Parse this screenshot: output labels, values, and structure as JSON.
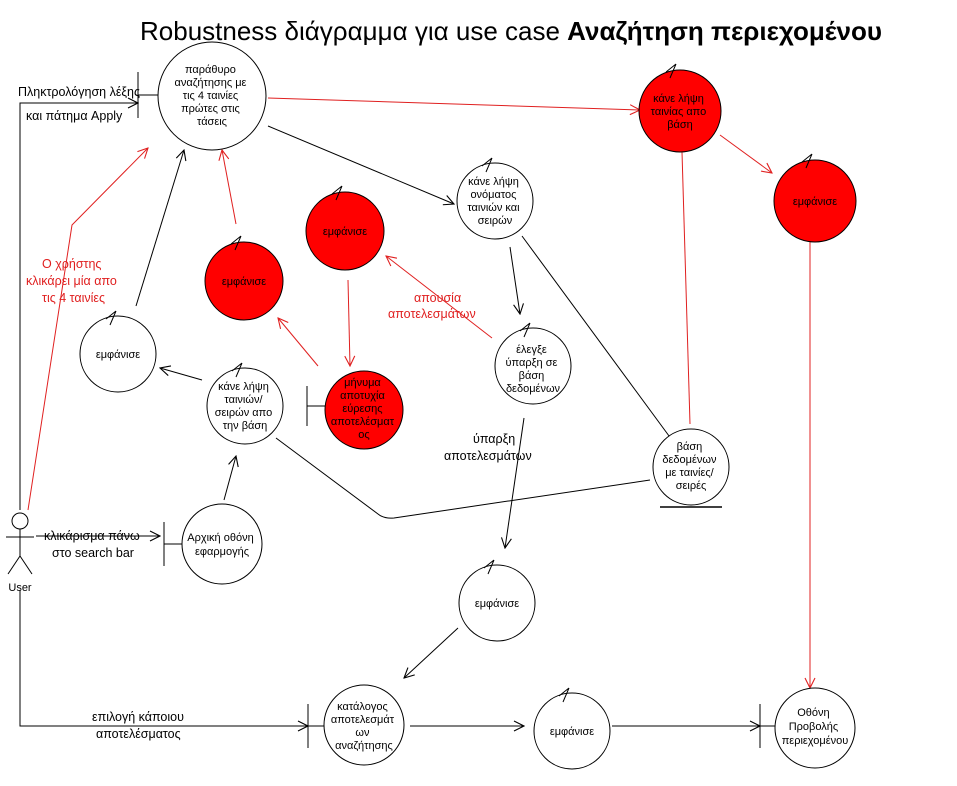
{
  "title": {
    "prefix": "Robustness διάγραμμα για use case ",
    "bold": "Αναζήτηση περιεχομένου"
  },
  "colors": {
    "red": "#ff0000",
    "red_line": "#e02020",
    "black": "#000000"
  },
  "actor": {
    "name": "User"
  },
  "boundaries": {
    "search_window": [
      "παράθυρο",
      "αναζήτησης με",
      "τις 4 ταινίες",
      "πρώτες στις",
      "τάσεις"
    ],
    "home_screen": [
      "Αρχική οθόνη",
      "εφαρμογής"
    ],
    "no_result_msg": [
      "μήνυμα",
      "αποτυχία",
      "εύρεσης",
      "αποτελέσματ",
      "ος"
    ],
    "results_catalog": [
      "κατάλογος",
      "αποτελεσμάτ",
      "ων",
      "αναζήτησης"
    ],
    "content_screen": [
      "Οθόνη",
      "Προβολής",
      "περιεχομένου"
    ]
  },
  "controls": {
    "fetch_movie": [
      "κάνε λήψη",
      "ταινίας απο",
      "βάση"
    ],
    "show_right": [
      "εμφάνισε"
    ],
    "fetch_names": [
      "κάνε λήψη",
      "ονόματος",
      "ταινιών και",
      "σειρών"
    ],
    "show_mid_red": [
      "εμφάνισε"
    ],
    "show_left_red": [
      "εμφάνισε"
    ],
    "show_left": [
      "εμφάνισε"
    ],
    "fetch_movies_series": [
      "κάνε λήψη",
      "ταινιών/",
      "σειρών απο",
      "την βάση"
    ],
    "check_db": [
      "έλεγξε",
      "ύπαρξη σε",
      "βάση",
      "δεδομένων"
    ],
    "show_results": [
      "εμφάνισε"
    ],
    "show_bottom": [
      "εμφάνισε"
    ]
  },
  "entity": {
    "database": [
      "βάση",
      "δεδομένων",
      "με ταινίες/",
      "σειρές"
    ]
  },
  "edge_labels": {
    "typing": "Πληκτρολόγηση λέξης",
    "apply": "και πάτημα Apply",
    "click_search": [
      "κλικάρισμα πάνω",
      "στο search bar"
    ],
    "user_clicks": [
      "Ο χρήστης",
      "κλικάρει μία απο",
      "τις 4 ταινίες"
    ],
    "no_results": [
      "απουσία",
      "αποτελεσμάτων"
    ],
    "results_exist": [
      "ύπαρξη",
      "αποτελεσμάτων"
    ],
    "choose_result": [
      "επιλογή κάποιου",
      "αποτελέσματος"
    ]
  }
}
